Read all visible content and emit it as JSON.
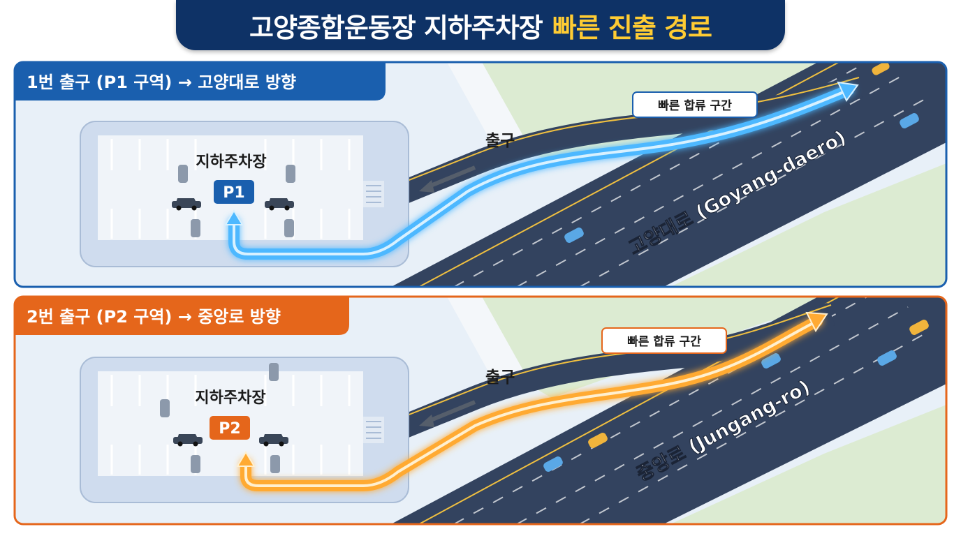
{
  "title": {
    "main": "고양종합운동장 지하주차장",
    "accent": "빠른 진출 경로"
  },
  "colors": {
    "title_bg": "#0e3266",
    "title_accent": "#ffcc33",
    "panel1_accent": "#1a5fae",
    "panel2_accent": "#e5661b",
    "route1": "#4db8ff",
    "route2": "#ffaa33",
    "road": "#33435f",
    "grass": "#dcebd2",
    "lot_bg": "#cfdcee"
  },
  "panels": [
    {
      "header": "1번 출구 (P1 구역) → 고양대로 방향",
      "lot_label": "지하주차장",
      "zone_badge": "P1",
      "exit_label": "출구",
      "merge_label": "빠른 합류 구간",
      "road_name": "고양대로 (Goyang-daero)",
      "icon": "car-icon"
    },
    {
      "header": "2번 출구 (P2 구역) → 중앙로 방향",
      "lot_label": "지하주차장",
      "zone_badge": "P2",
      "exit_label": "출구",
      "merge_label": "빠른 합류 구간",
      "road_name": "중앙로 (Jungang-ro)",
      "icon": "car-icon"
    }
  ]
}
